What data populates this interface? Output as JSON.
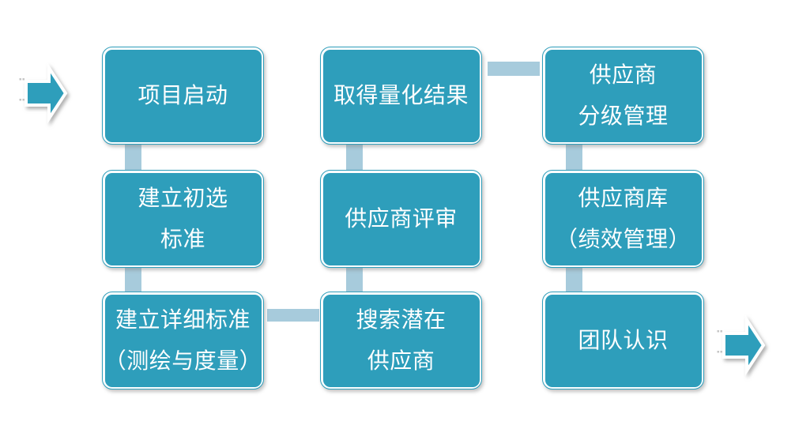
{
  "colors": {
    "box_fill": "#2E9EBB",
    "box_inner_stroke": "#FFFFFF",
    "connector": "#A7CBDC",
    "text": "#FFFFFF",
    "background": "#FFFFFF",
    "arrow_dot": "#C6C6C6"
  },
  "icons": {
    "start_arrow": "right-block-arrow",
    "end_arrow": "right-block-arrow"
  },
  "boxes": [
    {
      "lines": [
        "项目启动"
      ]
    },
    {
      "lines": [
        "建立初选",
        "标准"
      ]
    },
    {
      "lines": [
        "建立详细标准",
        "（测绘与度量）"
      ]
    },
    {
      "lines": [
        "取得量化结果"
      ]
    },
    {
      "lines": [
        "供应商评审"
      ]
    },
    {
      "lines": [
        "搜索潜在",
        "供应商"
      ]
    },
    {
      "lines": [
        "供应商",
        "分级管理"
      ]
    },
    {
      "lines": [
        "供应商库",
        "（绩效管理）"
      ]
    },
    {
      "lines": [
        "团队认识"
      ]
    }
  ]
}
